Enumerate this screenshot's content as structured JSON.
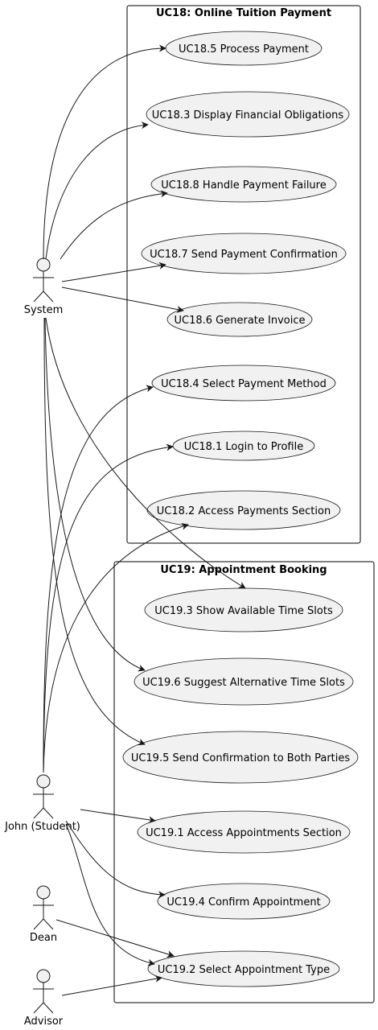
{
  "packages": {
    "uc18": {
      "title": "UC18: Online Tuition Payment"
    },
    "uc19": {
      "title": "UC19: Appointment Booking"
    }
  },
  "use_cases": {
    "uc18_5": "UC18.5 Process Payment",
    "uc18_3": "UC18.3 Display Financial Obligations",
    "uc18_8": "UC18.8 Handle Payment Failure",
    "uc18_7": "UC18.7 Send Payment Confirmation",
    "uc18_6": "UC18.6 Generate Invoice",
    "uc18_4": "UC18.4 Select Payment Method",
    "uc18_1": "UC18.1 Login to Profile",
    "uc18_2": "UC18.2 Access Payments Section",
    "uc19_3": "UC19.3 Show Available Time Slots",
    "uc19_6": "UC19.6 Suggest Alternative Time Slots",
    "uc19_5": "UC19.5 Send Confirmation to Both Parties",
    "uc19_1": "UC19.1 Access Appointments Section",
    "uc19_4": "UC19.4 Confirm Appointment",
    "uc19_2": "UC19.2 Select Appointment Type"
  },
  "actors": {
    "system": "System",
    "john": "John (Student)",
    "dean": "Dean",
    "advisor": "Advisor"
  },
  "associations": [
    {
      "from": "system",
      "to": "uc18_5"
    },
    {
      "from": "system",
      "to": "uc18_3"
    },
    {
      "from": "system",
      "to": "uc18_8"
    },
    {
      "from": "system",
      "to": "uc18_7"
    },
    {
      "from": "system",
      "to": "uc18_6"
    },
    {
      "from": "system",
      "to": "uc19_3"
    },
    {
      "from": "system",
      "to": "uc19_6"
    },
    {
      "from": "system",
      "to": "uc19_5"
    },
    {
      "from": "john",
      "to": "uc18_4"
    },
    {
      "from": "john",
      "to": "uc18_1"
    },
    {
      "from": "john",
      "to": "uc18_2"
    },
    {
      "from": "john",
      "to": "uc19_1"
    },
    {
      "from": "john",
      "to": "uc19_4"
    },
    {
      "from": "john",
      "to": "uc19_2"
    },
    {
      "from": "dean",
      "to": "uc19_2"
    },
    {
      "from": "advisor",
      "to": "uc19_2"
    }
  ]
}
